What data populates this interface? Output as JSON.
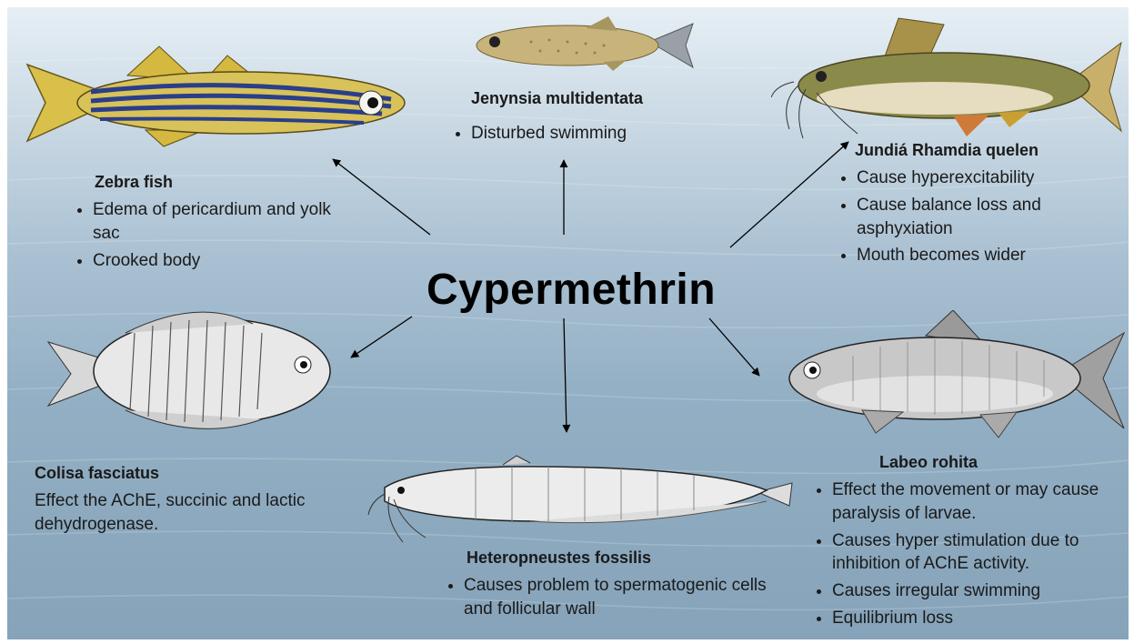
{
  "center": {
    "title": "Cypermethrin"
  },
  "species": {
    "zebra": {
      "name": "Zebra fish",
      "effects": [
        "Edema of pericardium and yolk sac",
        "Crooked body"
      ]
    },
    "jenynsia": {
      "name": "Jenynsia multidentata",
      "effects": [
        "Disturbed swimming"
      ]
    },
    "jundia": {
      "name": "Jundiá Rhamdia quelen",
      "effects": [
        "Cause hyperexcitability",
        "Cause balance loss and asphyxiation",
        "Mouth becomes wider"
      ]
    },
    "colisa": {
      "name": "Colisa fasciatus",
      "description": "Effect the AChE, succinic and lactic dehydrogenase."
    },
    "heteropneustes": {
      "name": "Heteropneustes fossilis",
      "effects": [
        "Causes problem to spermatogenic cells and follicular wall"
      ]
    },
    "labeo": {
      "name": "Labeo rohita",
      "effects": [
        "Effect the movement or may cause paralysis of larvae.",
        "Causes hyper stimulation due to inhibition of AChE activity.",
        "Causes irregular swimming",
        "Equilibrium loss"
      ]
    }
  }
}
